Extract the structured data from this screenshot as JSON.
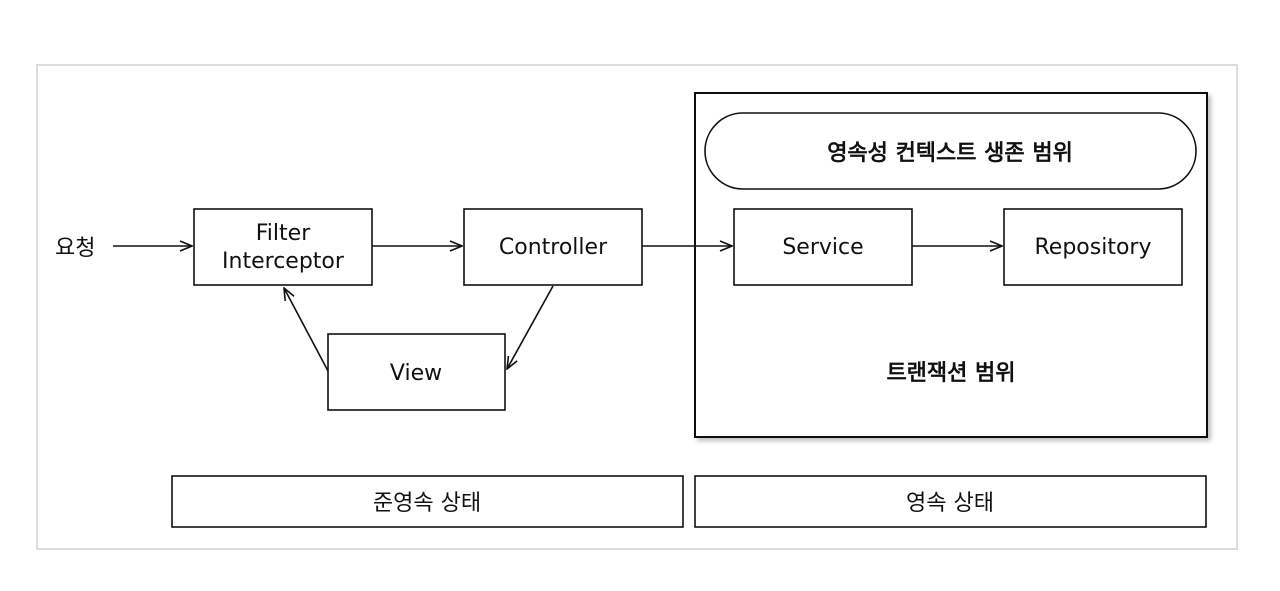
{
  "diagram": {
    "request_label": "요청",
    "filter_line1": "Filter",
    "filter_line2": "Interceptor",
    "controller": "Controller",
    "view": "View",
    "service": "Service",
    "repository": "Repository",
    "persistence_context_scope": "영속성 컨텍스트 생존 범위",
    "transaction_scope": "트랜잭션 범위",
    "state_detached": "준영속 상태",
    "state_persistent": "영속 상태"
  }
}
